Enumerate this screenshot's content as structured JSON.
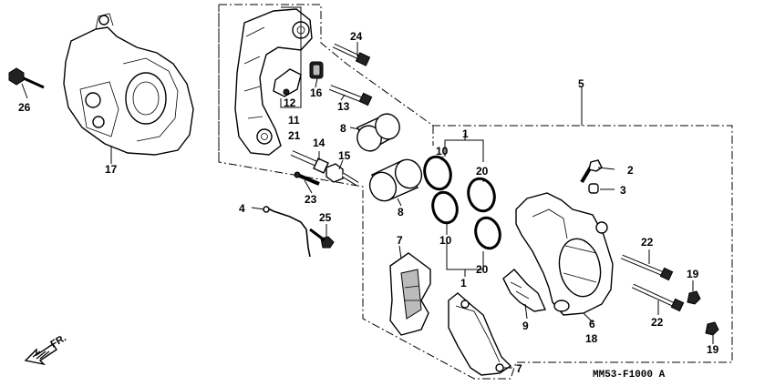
{
  "callouts": {
    "c1a": "1",
    "c1b": "1",
    "c2": "2",
    "c3": "3",
    "c4": "4",
    "c5": "5",
    "c6": "6",
    "c7a": "7",
    "c7b": "7",
    "c8a": "8",
    "c8b": "8",
    "c9": "9",
    "c10a": "10",
    "c10b": "10",
    "c11": "11",
    "c12": "12",
    "c13": "13",
    "c14": "14",
    "c15": "15",
    "c16": "16",
    "c17": "17",
    "c18": "18",
    "c19a": "19",
    "c19b": "19",
    "c20a": "20",
    "c20b": "20",
    "c21": "21",
    "c22a": "22",
    "c22b": "22",
    "c23": "23",
    "c24": "24",
    "c25": "25",
    "c26": "26"
  },
  "diagram_code": "MM53-F1000 A",
  "direction_label": "FR.",
  "icons": {
    "direction": "arrow-down-left-icon"
  }
}
